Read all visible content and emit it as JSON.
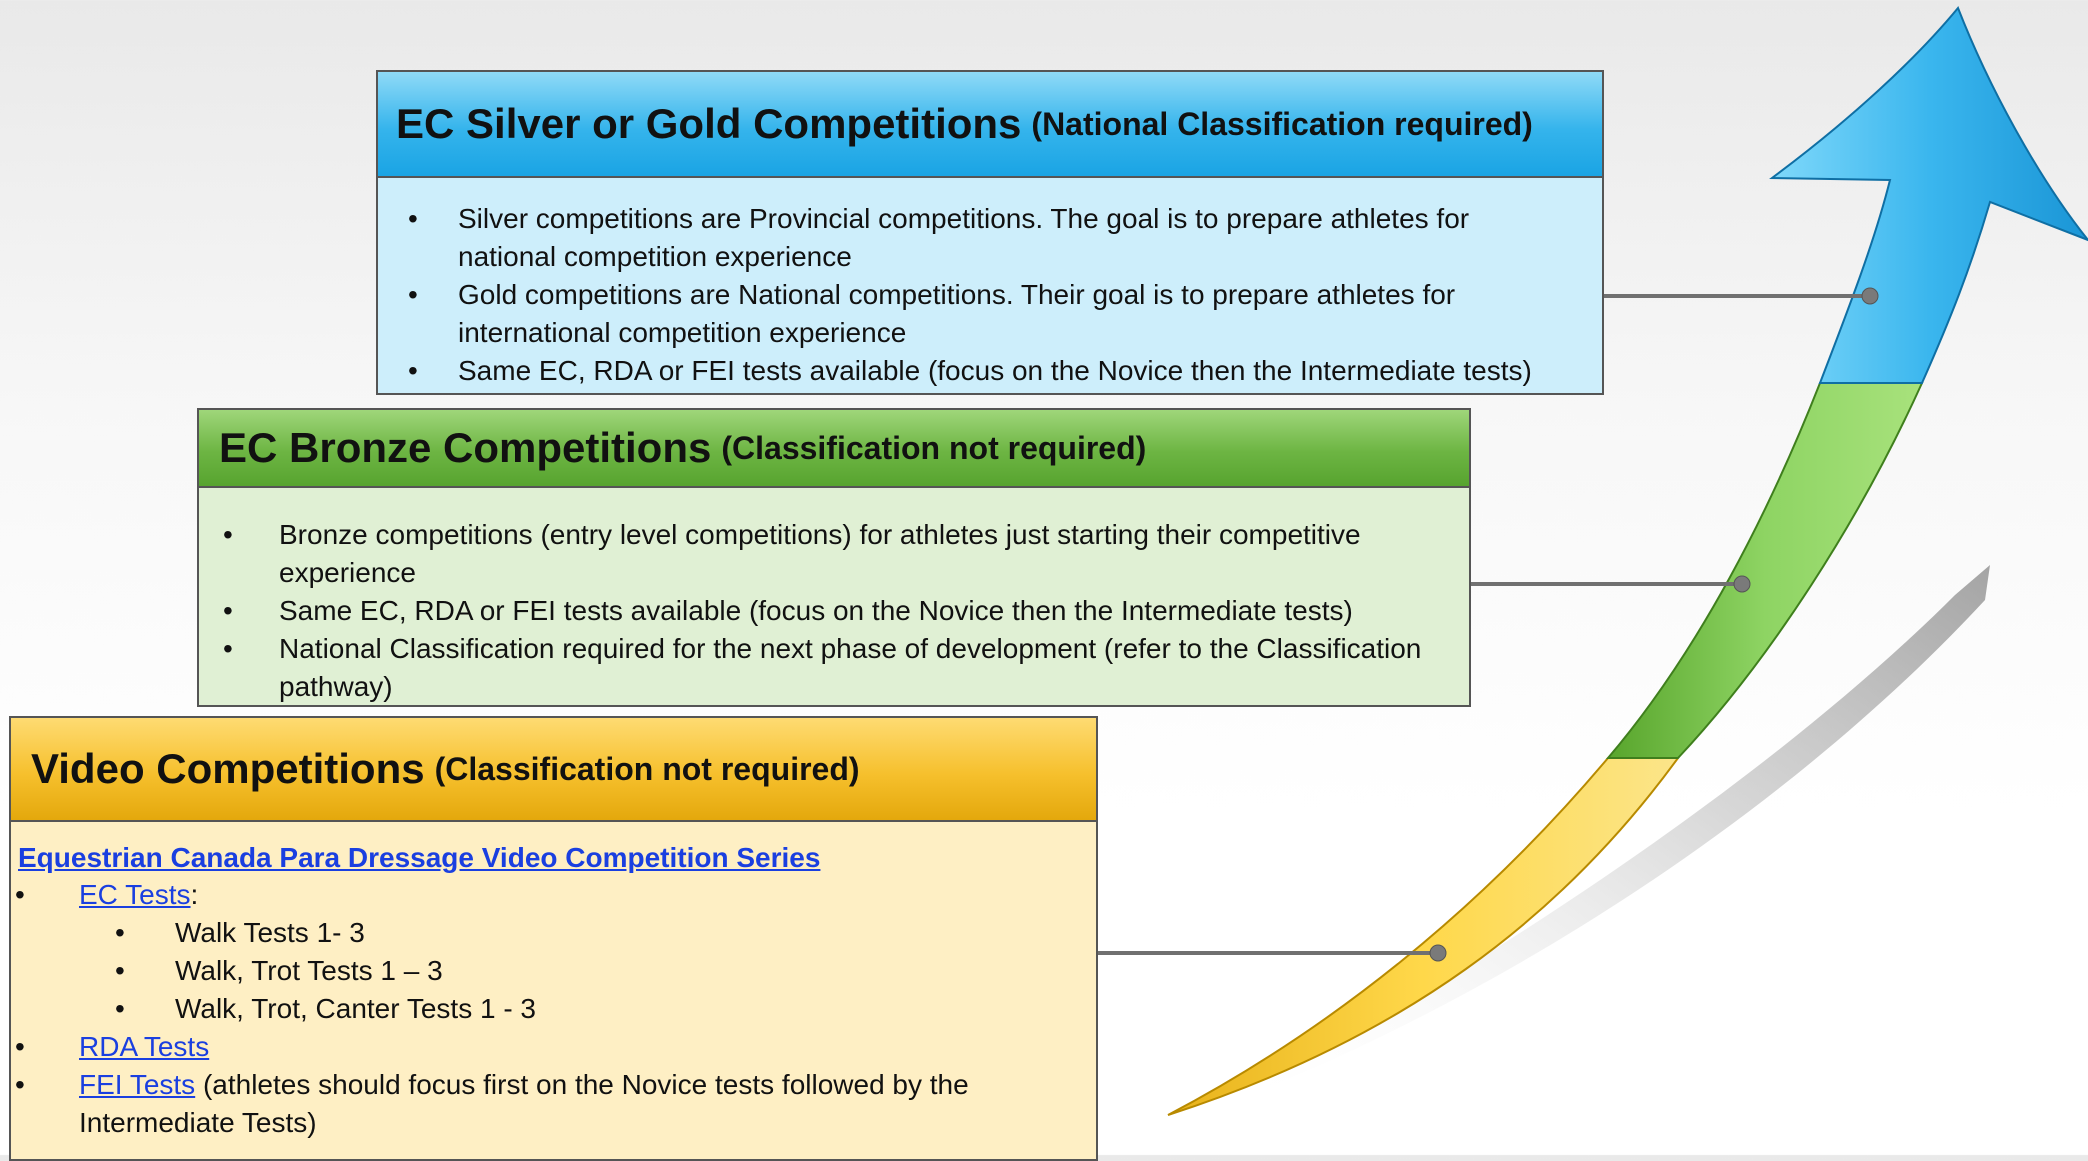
{
  "silver": {
    "title": "EC Silver or Gold Competitions",
    "subtitle": "(National Classification required)",
    "bullets": [
      "Silver competitions are Provincial competitions. The goal is to prepare athletes for national competition experience",
      "Gold competitions are National competitions. Their goal is to prepare athletes for international competition experience",
      "Same EC, RDA or FEI tests available (focus on the Novice then the Intermediate tests)"
    ]
  },
  "bronze": {
    "title": "EC Bronze Competitions",
    "subtitle": "(Classification not required)",
    "bullets": [
      "Bronze competitions (entry level competitions) for athletes just starting their competitive experience",
      "Same EC, RDA or FEI tests available (focus on the Novice then the Intermediate tests)",
      "National Classification required for the next phase of development (refer to the Classification pathway)"
    ]
  },
  "video": {
    "title": "Video Competitions",
    "subtitle": "(Classification not required)",
    "series_link": "Equestrian Canada Para Dressage Video Competition Series",
    "ec_tests_link": "EC Tests",
    "ec_tests_colon": ":",
    "ec_subitems": [
      "Walk Tests 1- 3",
      "Walk, Trot Tests 1 – 3",
      "Walk, Trot, Canter Tests 1 - 3"
    ],
    "rda_link": "RDA Tests",
    "fei_link": "FEI Tests",
    "fei_text": " (athletes should focus first on the Novice tests followed by the Intermediate Tests)"
  },
  "colors": {
    "silver_segment": "#3fb9ee",
    "bronze_segment": "#6dbf3c",
    "video_segment": "#f7c72b",
    "connector": "#6e6e6e",
    "link": "#1a3fe0"
  }
}
